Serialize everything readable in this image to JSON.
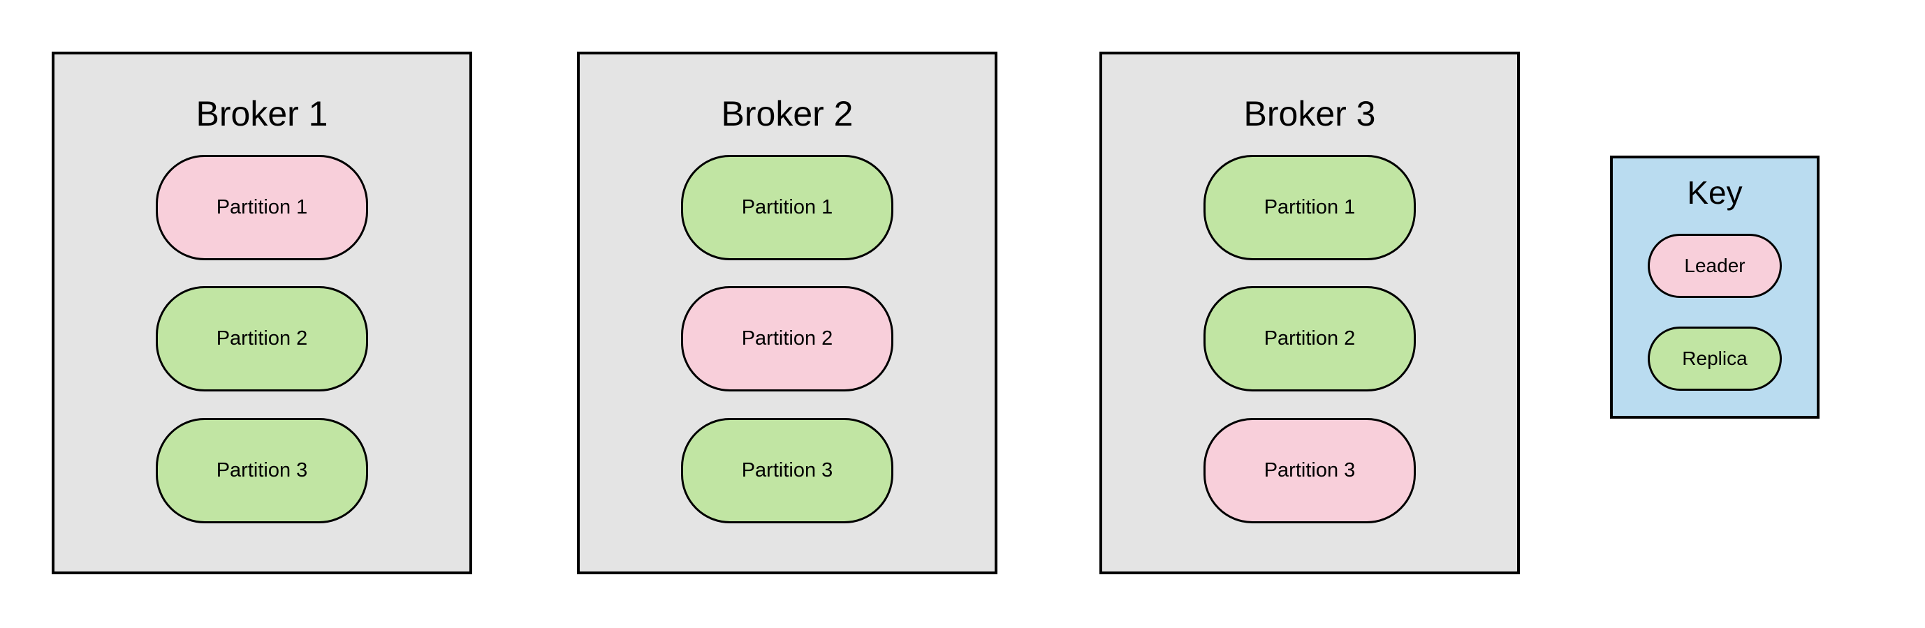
{
  "diagram": {
    "brokers": [
      {
        "title": "Broker 1",
        "partitions": [
          {
            "label": "Partition 1",
            "role": "leader"
          },
          {
            "label": "Partition 2",
            "role": "replica"
          },
          {
            "label": "Partition 3",
            "role": "replica"
          }
        ]
      },
      {
        "title": "Broker 2",
        "partitions": [
          {
            "label": "Partition 1",
            "role": "replica"
          },
          {
            "label": "Partition 2",
            "role": "leader"
          },
          {
            "label": "Partition 3",
            "role": "replica"
          }
        ]
      },
      {
        "title": "Broker 3",
        "partitions": [
          {
            "label": "Partition 1",
            "role": "replica"
          },
          {
            "label": "Partition 2",
            "role": "replica"
          },
          {
            "label": "Partition 3",
            "role": "leader"
          }
        ]
      }
    ],
    "key": {
      "title": "Key",
      "items": [
        {
          "label": "Leader",
          "role": "leader"
        },
        {
          "label": "Replica",
          "role": "replica"
        }
      ]
    },
    "colors": {
      "leader": "#F8CFDA",
      "replica": "#C1E5A3",
      "broker_bg": "#E4E4E4",
      "key_bg": "#BADCF0",
      "stroke": "#000000"
    }
  }
}
